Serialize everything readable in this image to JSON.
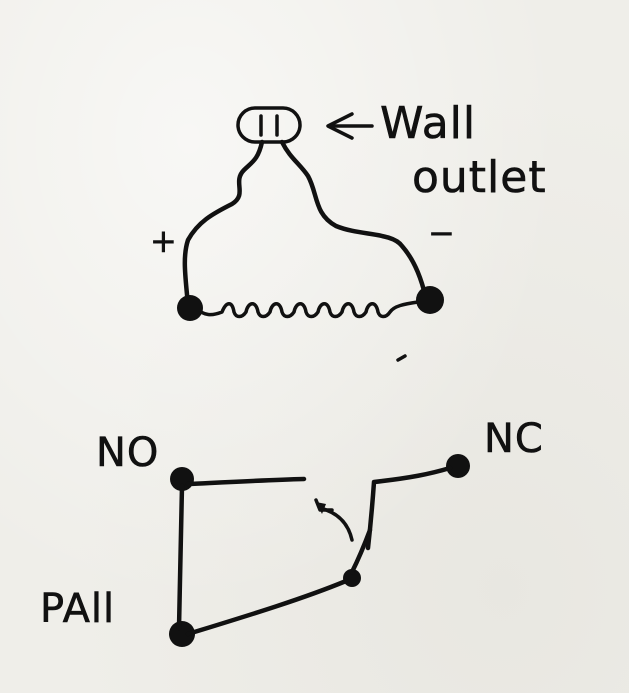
{
  "labels": {
    "wall_line1": "Wall",
    "wall_line2": "outlet",
    "plus": "+",
    "minus": "−",
    "no": "NO",
    "nc": "NC",
    "pall": "PAll"
  },
  "colors": {
    "ink": "#111111",
    "paper": "#efeee9"
  }
}
